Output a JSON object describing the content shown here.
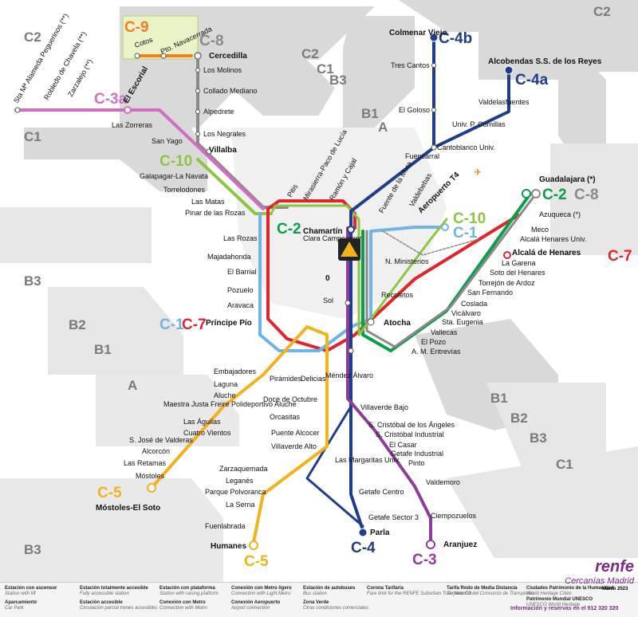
{
  "colors": {
    "c1": "#70b4e6",
    "c2": "#0b9e4a",
    "c3": "#8e3d97",
    "c4": "#1f3d8a",
    "c5": "#f2b21b",
    "c7": "#e3242b",
    "c8": "#8a8a8a",
    "c9": "#f57c1f",
    "c10": "#8cc63f",
    "zone": "#d9d9d9",
    "brand": "#7a2b87"
  },
  "zones": [
    "C2",
    "C2",
    "C2",
    "C1",
    "C1",
    "B3",
    "B2",
    "B1",
    "A",
    "B1",
    "A",
    "B3",
    "B2",
    "B1",
    "B3",
    "C1",
    "B3"
  ],
  "lines": {
    "c1": "C-1",
    "c1b": "C-1",
    "c2": "C-2",
    "c2b": "C-2",
    "c3": "C-3",
    "c3a": "C-3a",
    "c4": "C-4",
    "c4a": "C-4a",
    "c4b": "C-4b",
    "c5": "C-5",
    "c5b": "C-5",
    "c7": "C-7",
    "c7b": "C-7",
    "c8": "C-8",
    "c8b": "C-8",
    "c9": "C-9",
    "c10": "C-10",
    "c10b": "C-10"
  },
  "stations": {
    "cotos": "Cotos",
    "navacerrada": "Pto. Navacerrada",
    "cercedilla": "Cercedilla",
    "los_molinos": "Los Molinos",
    "collado": "Collado Mediano",
    "alpedrete": "Alpedrete",
    "los_negrales": "Los Negrales",
    "villalba": "Villalba",
    "galapagar": "Galapagar-La Navata",
    "torrelodones": "Torrelodones",
    "las_matas": "Las Matas",
    "pinar": "Pinar de las Rozas",
    "las_rozas": "Las Rozas",
    "majadahonda": "Majadahonda",
    "el_barrial": "El Barrial",
    "pozuelo": "Pozuelo",
    "aravaca": "Aravaca",
    "principe_pio": "Príncipe Pío",
    "escorial": "El Escorial",
    "zarzalejo": "Zarzalejo (**)",
    "robledo": "Robledo de Chavela (**)",
    "peguerinos": "Sta Mª Alameda Peguerinos (**)",
    "las_zorreras": "Las Zorreras",
    "san_yago": "San Yago",
    "colmenar": "Colmenar Viejo",
    "tres_cantos": "Tres Cantos",
    "el_goloso": "El Goloso",
    "cantoblanco": "Cantoblanco Univ.",
    "alcobendas": "Alcobendas S.S. de los Reyes",
    "valdelasfuentes": "Valdelasfuentes",
    "comillas": "Univ. P. Comillas",
    "fuencarral": "Fuencarral",
    "aeropuerto": "Aeropuerto T4",
    "valdebebas": "Valdebebas",
    "fuente_mora": "Fuente de la Mora",
    "pitis": "Pitis",
    "mirasierra": "Mirasierra-Paco de Lucía",
    "ramon": "Ramón y Cajal",
    "chamartin": "Chamartín",
    "clara": "Clara Campoamor",
    "nuevos": "N. Ministerios",
    "recoletos": "Recoletos",
    "sol": "Sol",
    "atocha": "Atocha",
    "zero": "0",
    "guadalajara": "Guadalajara (*)",
    "azuqueca": "Azuqueca (*)",
    "meco": "Meco",
    "alcala_univ": "Alcalá Henares Univ.",
    "alcala": "Alcalá de Henares",
    "la_garena": "La Garena",
    "soto": "Soto del Henares",
    "torrejon": "Torrejón de Ardoz",
    "san_fernando": "San Fernando",
    "coslada": "Coslada",
    "vicalvaro": "Vicálvaro",
    "sta_eugenia": "Sta. Eugenia",
    "vallecas": "Vallecas",
    "el_pozo": "El Pozo",
    "entrevias": "A. M. Entrevías",
    "embajadores": "Embajadores",
    "laguna": "Laguna",
    "aluche": "Aluche",
    "maestra": "Maestra Justa Freire Polideportivo Aluche",
    "las_aguilas": "Las Águilas",
    "cuatro_vientos": "Cuatro Vientos",
    "valderas": "S. José de Valderas",
    "alcorcon": "Alcorcón",
    "las_retamas": "Las Retamas",
    "mostoles": "Móstoles",
    "mostoles_soto": "Móstoles-El Soto",
    "piramides": "Pirámides",
    "delicias": "Delicias",
    "mendez": "Méndez Álvaro",
    "doce": "Doce de Octubre",
    "orcasitas": "Orcasitas",
    "puente_alcocer": "Puente Alcocer",
    "villaverde_alto": "Villaverde Alto",
    "zarzaquemada": "Zarzaquemada",
    "leganes": "Leganés",
    "parque_polvoranca": "Parque Polvoranca",
    "la_serna": "La Serna",
    "fuenlabrada": "Fuenlabrada",
    "humanes": "Humanes",
    "villaverde_bajo": "Villaverde Bajo",
    "cristobal": "S. Cristóbal de los Ángeles",
    "cristobal_ind": "S. Cristóbal Industrial",
    "el_casar": "El Casar",
    "getafe_ind": "Getafe Industrial",
    "pinto": "Pinto",
    "valdemoro": "Valdemoro",
    "ciempozuelos": "Ciempozuelos",
    "aranjuez": "Aranjuez",
    "las_margaritas": "Las Margaritas Univ.",
    "getafe_centro": "Getafe Centro",
    "getafe_sector": "Getafe Sector 3",
    "parla": "Parla"
  },
  "legend": {
    "l1": "Estación con ascensor",
    "l1e": "Station with lift",
    "l2": "Aparcamiento",
    "l2e": "Car Park",
    "l3": "Estación totalmente accesible",
    "l3e": "Fully accessible station",
    "l4": "Estación accesible",
    "l4e": "Circulación parcial trenes accesibles",
    "l5": "Estación con plataforma",
    "l5e": "Station with raising platform",
    "l6": "Conexión con Metro",
    "l6e": "Connection with Metro",
    "l7": "Conexión con Metro ligero",
    "l7e": "Connection with Light Metro",
    "l8": "Conexión Aeropuerto",
    "l8e": "Airport connection",
    "l9": "Estación de autobuses",
    "l9e": "Bus station",
    "l10": "Zona Verde",
    "l10e": "Otras condiciones comerciales",
    "l11": "Corona Tarifaria",
    "l11e": "Fare limit for the RENFE Suburban Train Network",
    "l12": "Tarifa Rodo de Media Distancia",
    "l12e": "Tarjetas C3 del Consorcio de Transportes",
    "l13": "Ciudades Patrimonio de la Humanidad",
    "l13e": "World Heritage Cities",
    "l14": "Patrimonio Mundial UNESCO",
    "l14e": "UNESCO World Heritage",
    "date": "Marzo 2023",
    "info": "Información y reservas en el 912 320 320"
  },
  "brand": {
    "logo": "renfe",
    "sub": "Cercanías Madrid"
  }
}
